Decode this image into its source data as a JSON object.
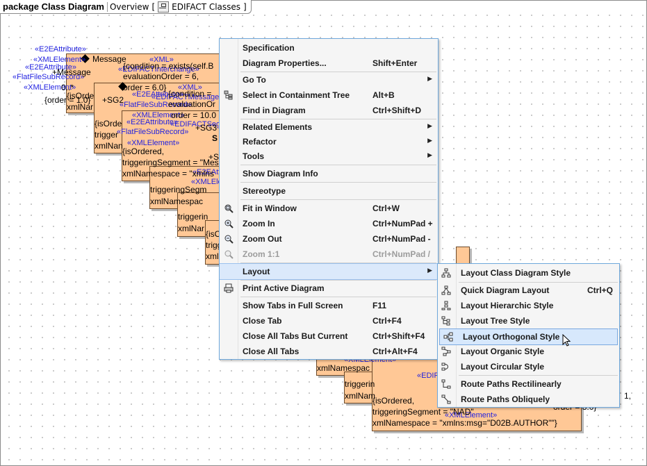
{
  "header": {
    "package_title": "package Class Diagram",
    "overview_label": "Overview",
    "bracket_open": "[",
    "tab_label": "EDIFACT Classes",
    "bracket_close": "]"
  },
  "diagram": {
    "stereotypes": [
      "«E2EAttribute»",
      "«XMLElement»",
      "«E2EAttribute»",
      "«FlatFileSubRecord»",
      "«XMLElement»",
      "«XML»",
      "«EDIFACTInterchange»",
      "«XML»",
      "«E2EAttribute»",
      "«EDIFACTMessage»",
      "«FlatFileSubRecord»",
      "«XMLElement»",
      "«EDIFACTSegme",
      "«E2EAttribute»",
      "«FlatFileSubRecord»",
      "«XMLElement»",
      "«E2EAttr",
      "«XMLEle",
      "«XMLElement»",
      "«EDIF",
      "«XMLElement»"
    ],
    "texts": [
      "Message",
      "+Message",
      "0..*",
      "{order = 1.0}",
      "{condition = exists(self.B",
      "evaluationOrder = 6,",
      "order = 6.0}",
      "+SG2",
      "{isOrde",
      "xmlNar",
      "{isOrde",
      "trigger",
      "xmlNan",
      "{condition =",
      "evaluationOr",
      "order = 10.0",
      "+SG3",
      "S",
      "{isOrdered,",
      "triggeringSegment = \"Mes",
      "xmlNamespace = \"xmlns",
      "+S",
      "triggeringSegm",
      "xmlNamespac",
      "triggerin",
      "xmlNar",
      "{isOr",
      "trigger",
      "xmlNa",
      "xmlNamespac",
      "triggerin",
      "xmlNam",
      "{isOrdered,",
      "triggeringSegment = \"NAD\"",
      "xmlNamespace = \"xmlns:msg=\"D02B.AUTHOR\"\"}",
      "order = 3.0}",
      "1,"
    ]
  },
  "context_menu": {
    "items": [
      {
        "label": "Specification",
        "shortcut": "",
        "submenu": false,
        "icon": ""
      },
      {
        "label": "Diagram Properties...",
        "shortcut": "Shift+Enter",
        "submenu": false,
        "icon": ""
      },
      {
        "label": "Go To",
        "shortcut": "",
        "submenu": true,
        "icon": ""
      },
      {
        "label": "Select in Containment Tree",
        "shortcut": "Alt+B",
        "submenu": false,
        "icon": "containment-tree-icon"
      },
      {
        "label": "Find in Diagram",
        "shortcut": "Ctrl+Shift+D",
        "submenu": false,
        "icon": ""
      },
      {
        "label": "Related Elements",
        "shortcut": "",
        "submenu": true,
        "icon": ""
      },
      {
        "label": "Refactor",
        "shortcut": "",
        "submenu": true,
        "icon": ""
      },
      {
        "label": "Tools",
        "shortcut": "",
        "submenu": true,
        "icon": ""
      },
      {
        "label": "Show Diagram Info",
        "shortcut": "",
        "submenu": false,
        "icon": ""
      },
      {
        "label": "Stereotype",
        "shortcut": "",
        "submenu": false,
        "icon": ""
      },
      {
        "label": "Fit in Window",
        "shortcut": "Ctrl+W",
        "submenu": false,
        "icon": "zoom-fit-icon"
      },
      {
        "label": "Zoom In",
        "shortcut": "Ctrl+NumPad +",
        "submenu": false,
        "icon": "zoom-in-icon"
      },
      {
        "label": "Zoom Out",
        "shortcut": "Ctrl+NumPad -",
        "submenu": false,
        "icon": "zoom-out-icon"
      },
      {
        "label": "Zoom 1:1",
        "shortcut": "Ctrl+NumPad /",
        "submenu": false,
        "icon": "zoom-actual-icon"
      },
      {
        "label": "Layout",
        "shortcut": "",
        "submenu": true,
        "icon": ""
      },
      {
        "label": "Print Active Diagram",
        "shortcut": "",
        "submenu": false,
        "icon": "print-icon"
      },
      {
        "label": "Show Tabs in Full Screen",
        "shortcut": "F11",
        "submenu": false,
        "icon": ""
      },
      {
        "label": "Close Tab",
        "shortcut": "Ctrl+F4",
        "submenu": false,
        "icon": ""
      },
      {
        "label": "Close All Tabs But Current",
        "shortcut": "Ctrl+Shift+F4",
        "submenu": false,
        "icon": ""
      },
      {
        "label": "Close All Tabs",
        "shortcut": "Ctrl+Alt+F4",
        "submenu": false,
        "icon": ""
      }
    ],
    "disabled_item": "Zoom 1:1",
    "active_item": "Layout"
  },
  "layout_submenu": {
    "items": [
      {
        "label": "Layout Class Diagram Style",
        "shortcut": "",
        "icon": "class-diagram-layout-icon"
      },
      {
        "label": "Quick Diagram Layout",
        "shortcut": "Ctrl+Q",
        "icon": "quick-layout-icon"
      },
      {
        "label": "Layout Hierarchic Style",
        "shortcut": "",
        "icon": "hierarchic-layout-icon"
      },
      {
        "label": "Layout Tree Style",
        "shortcut": "",
        "icon": "tree-layout-icon"
      },
      {
        "label": "Layout Orthogonal Style",
        "shortcut": "",
        "icon": "orthogonal-layout-icon"
      },
      {
        "label": "Layout Organic Style",
        "shortcut": "",
        "icon": "organic-layout-icon"
      },
      {
        "label": "Layout Circular Style",
        "shortcut": "",
        "icon": "circular-layout-icon"
      },
      {
        "label": "Route Paths Rectilinearly",
        "shortcut": "",
        "icon": "route-rectilinear-icon"
      },
      {
        "label": "Route Paths Obliquely",
        "shortcut": "",
        "icon": "route-oblique-icon"
      }
    ],
    "hovered_item": "Layout Orthogonal Style"
  },
  "colors": {
    "class_fill": "#ffc896",
    "stereotype_text": "#1f1fe0",
    "menu_border": "#6fa8dc",
    "hover_fill": "#d7e8fc"
  }
}
